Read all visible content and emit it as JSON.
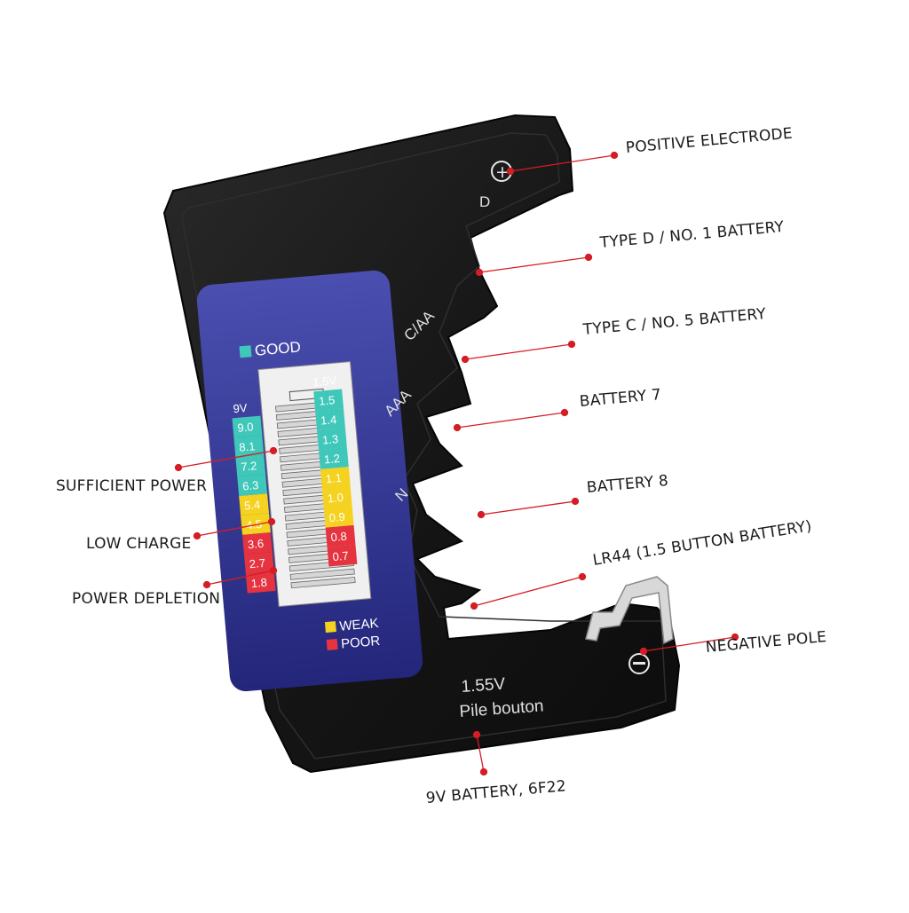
{
  "callouts": {
    "positive_electrode": "POSITIVE ELECTRODE",
    "type_d": "TYPE D / NO. 1 BATTERY",
    "type_c": "TYPE C / NO. 5 BATTERY",
    "battery7": "BATTERY 7",
    "battery8": "BATTERY 8",
    "lr44": "LR44 (1.5 BUTTON BATTERY)",
    "negative_pole": "NEGATIVE POLE",
    "nine_volt": "9V BATTERY, 6F22",
    "sufficient": "SUFFICIENT POWER",
    "low": "LOW CHARGE",
    "depletion": "POWER DEPLETION"
  },
  "device": {
    "slot_d": "D",
    "slot_caa": "C/AA",
    "slot_aaa": "AAA",
    "slot_n": "N",
    "plus_symbol": "+",
    "minus_symbol": "−",
    "button_voltage": "1.55V",
    "button_label": "Pile bouton"
  },
  "display": {
    "good_label": "GOOD",
    "weak_label": "WEAK",
    "poor_label": "POOR",
    "left_header": "9V",
    "right_header": "1.5V",
    "left_good": [
      "9.0",
      "8.1",
      "7.2",
      "6.3"
    ],
    "left_weak": [
      "5.4",
      "4.5"
    ],
    "left_poor": [
      "3.6",
      "2.7",
      "1.8"
    ],
    "right_good": [
      "1.5",
      "1.4",
      "1.3",
      "1.2"
    ],
    "right_weak": [
      "1.1",
      "1.0",
      "0.9"
    ],
    "right_poor": [
      "0.8",
      "0.7"
    ]
  },
  "colors": {
    "good": "#3fc7b9",
    "weak": "#f4d21f",
    "poor": "#e53340",
    "panel": "#3b3f9e",
    "body": "#141414",
    "callout_dot": "#d41d24"
  }
}
